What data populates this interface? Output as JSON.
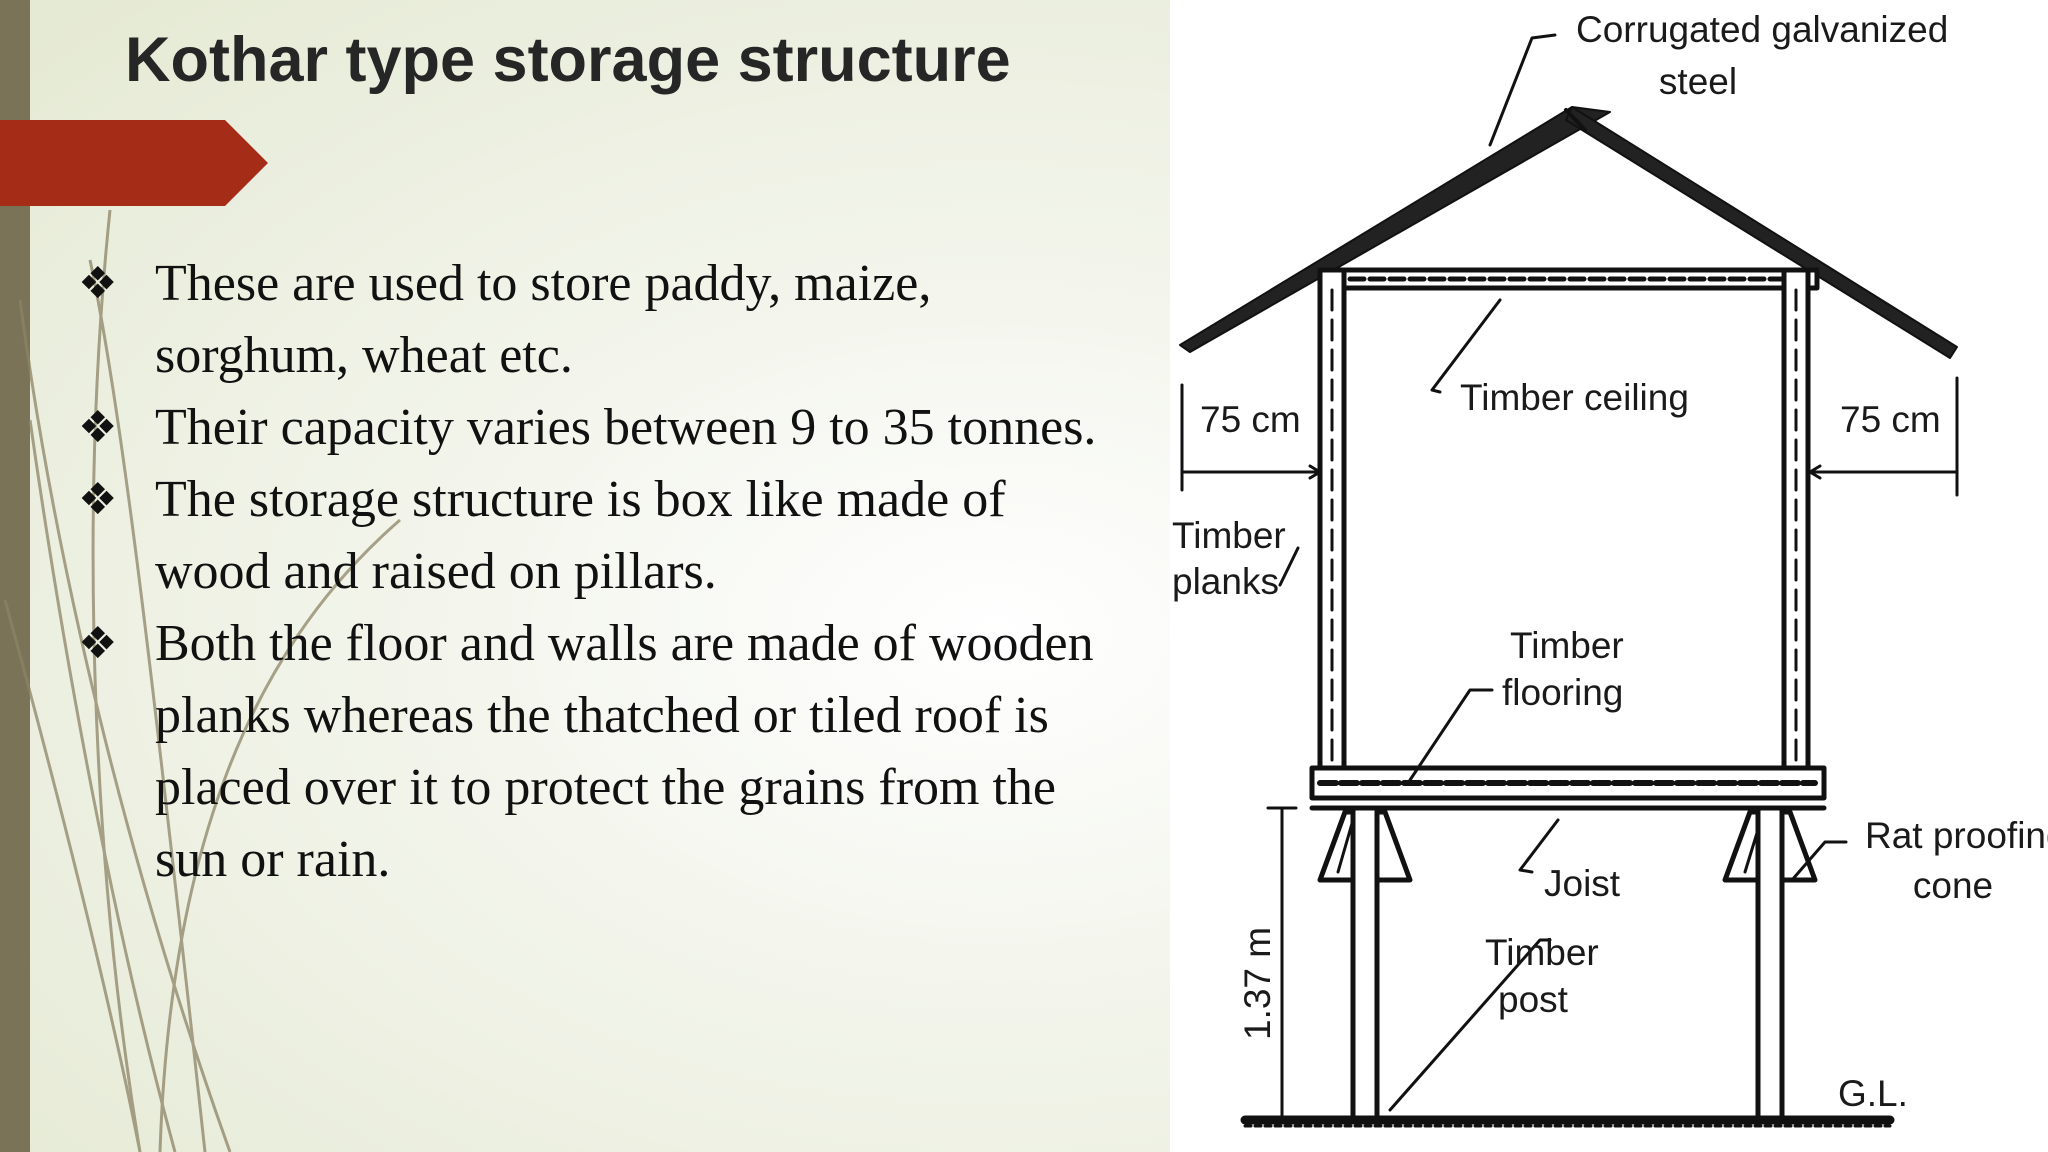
{
  "slide": {
    "title": "Kothar type storage structure",
    "accent_color": "#a52c17",
    "band_color": "#7a7358"
  },
  "bullets": [
    {
      "icon": "four-diamond-bullet-icon",
      "glyph": "❖",
      "text": "These are used to store paddy, maize, sorghum, wheat etc."
    },
    {
      "icon": "four-diamond-bullet-icon",
      "glyph": "❖",
      "text": "Their capacity varies between 9 to 35 tonnes."
    },
    {
      "icon": "four-diamond-bullet-icon",
      "glyph": "❖",
      "text": "The storage structure is box like made of wood and raised on pillars."
    },
    {
      "icon": "four-diamond-bullet-icon",
      "glyph": "❖",
      "text": "Both the floor and walls are made of wooden planks whereas the thatched or tiled roof is placed over it to protect the grains from the sun or rain."
    }
  ],
  "diagram": {
    "labels": {
      "roof_line1": "Corrugated galvanized",
      "roof_line2": "steel",
      "ceiling": "Timber ceiling",
      "left_overhang": "75 cm",
      "right_overhang": "75 cm",
      "planks_line1": "Timber",
      "planks_line2": "planks",
      "flooring_line1": "Timber",
      "flooring_line2": "flooring",
      "rat_cone_line1": "Rat proofing",
      "rat_cone_line2": "cone",
      "joist": "Joist",
      "post_line1": "Timber",
      "post_line2": "post",
      "height": "1.37 m",
      "ground": "G.L."
    }
  }
}
